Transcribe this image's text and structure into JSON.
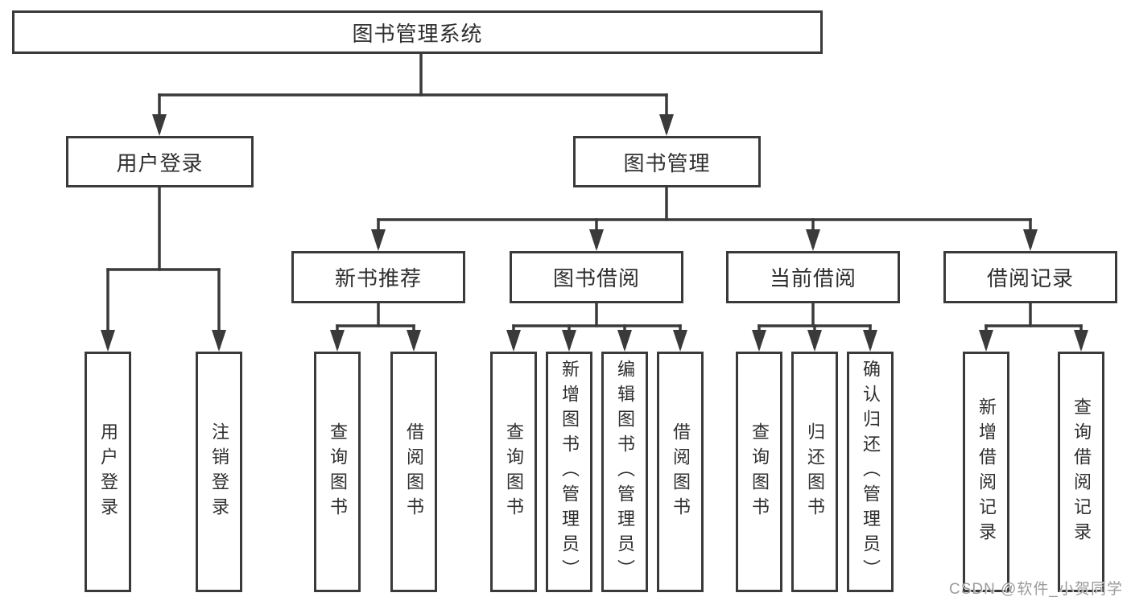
{
  "watermark": "CSDN @软件_小贺同学",
  "colors": {
    "line": "#3a3a3a",
    "text": "#2f2f2f",
    "background": "#ffffff",
    "watermark": "#9b9b9b"
  },
  "tree": {
    "root": {
      "label": "图书管理系统",
      "children": [
        {
          "label": "用户登录",
          "children": [
            {
              "label": "用户登录"
            },
            {
              "label": "注销登录"
            }
          ]
        },
        {
          "label": "图书管理",
          "children": [
            {
              "label": "新书推荐",
              "children": [
                {
                  "label": "查询图书"
                },
                {
                  "label": "借阅图书"
                }
              ]
            },
            {
              "label": "图书借阅",
              "children": [
                {
                  "label": "查询图书"
                },
                {
                  "label": "新增图书（管理员）"
                },
                {
                  "label": "编辑图书（管理员）"
                },
                {
                  "label": "借阅图书"
                }
              ]
            },
            {
              "label": "当前借阅",
              "children": [
                {
                  "label": "查询图书"
                },
                {
                  "label": "归还图书"
                },
                {
                  "label": "确认归还（管理员）"
                }
              ]
            },
            {
              "label": "借阅记录",
              "children": [
                {
                  "label": "新增借阅记录"
                },
                {
                  "label": "查询借阅记录"
                }
              ]
            }
          ]
        }
      ]
    }
  }
}
